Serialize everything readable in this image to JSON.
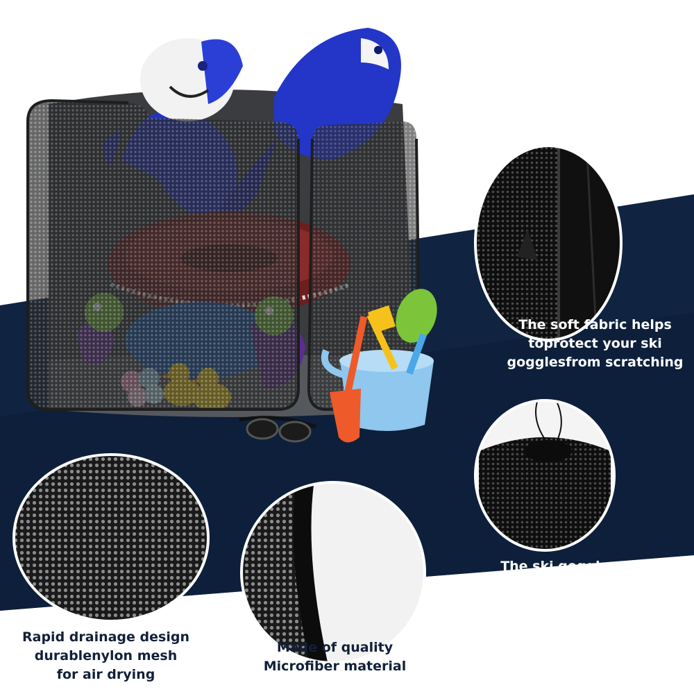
{
  "captions": {
    "fabric": "The soft fabric helps\ntoprotect your ski\ngogglesfrom scratching",
    "drawstring": "The ski goggles\nbagcome\nwith matchingnylon\ndrawstring",
    "drainage": "Rapid drainage design\ndurablenylon mesh\nfor air drying",
    "material": "Made of quality\nMicrofiber material"
  },
  "colors": {
    "navy_band": "#102441",
    "mesh_black": "#1b1b1b",
    "toy_blue": "#2233c8",
    "float_red": "#6e1e1e",
    "bucket_blue": "#8fc7ee",
    "duck_yellow": "#f6d21c",
    "shovel_orange": "#ee5a2a"
  }
}
